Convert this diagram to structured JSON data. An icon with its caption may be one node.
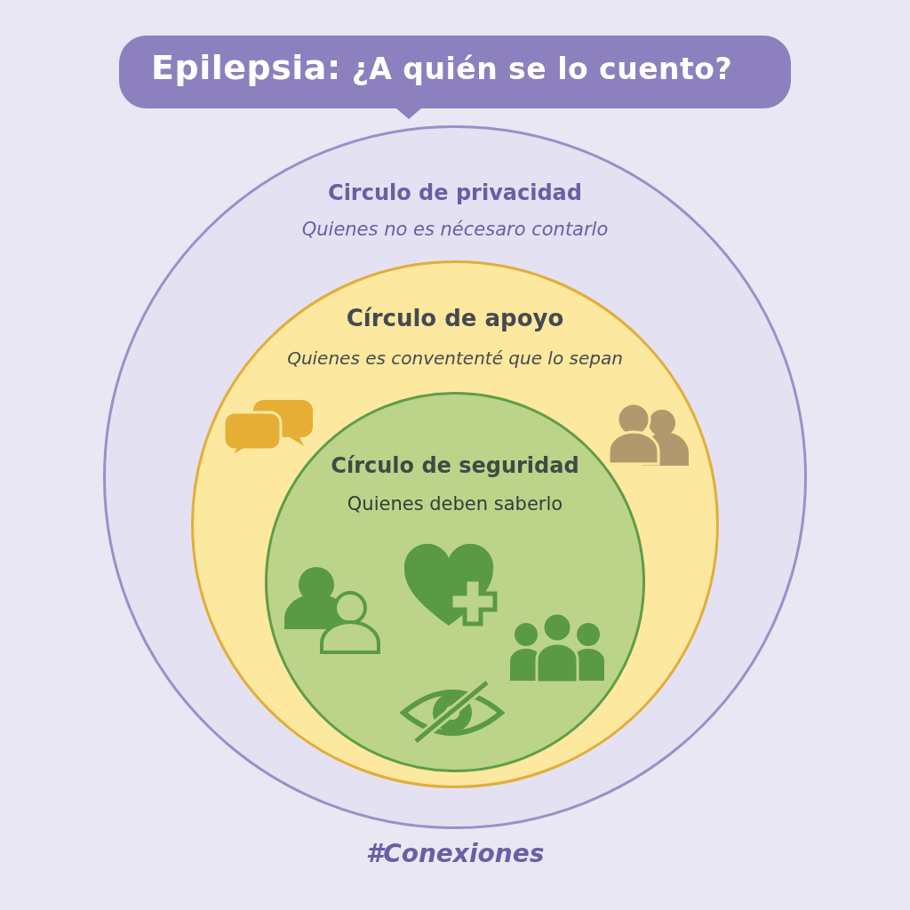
{
  "diagram": {
    "title": "**Epilepsia:** ¿A quién se lo cuento?",
    "nodes": [
      {
        "text": [
          "Circulo de privacidad",
          "Quienes no es nécesaro contarlo"
        ]
      },
      {
        "text": [
          "Círculo de apoyo",
          "Quienes es convententé que lo sepan"
        ],
        "in": 0
      },
      {
        "text": [
          "Círculo de seguridad",
          "Quienes deben saberlo"
        ],
        "in": 1
      }
    ],
    "labels": [
      "#Conexiones"
    ]
  }
}
